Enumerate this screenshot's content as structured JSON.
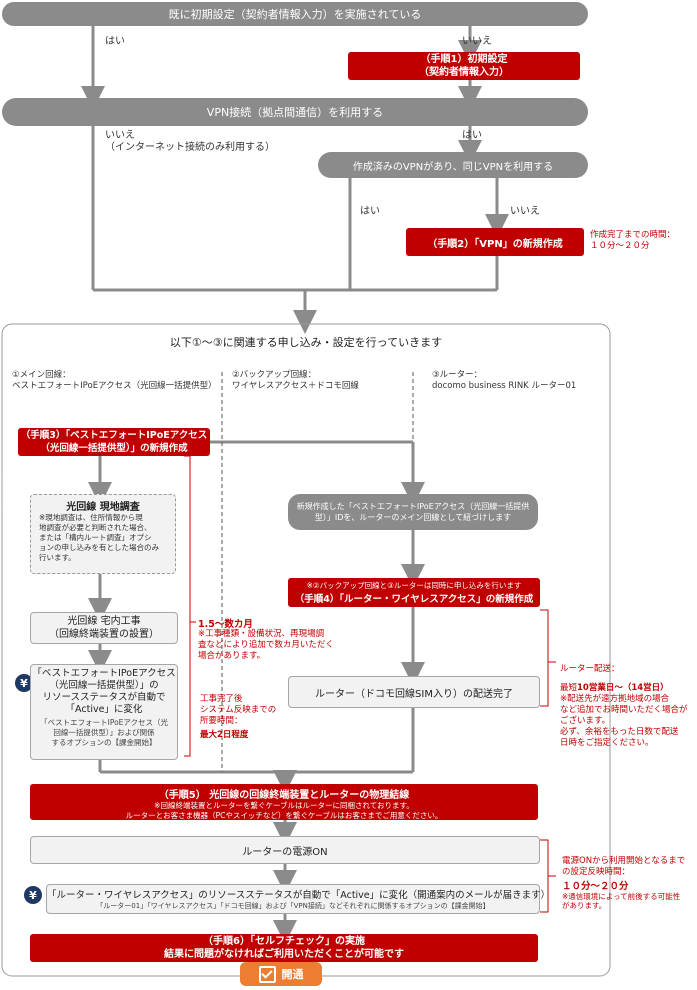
{
  "top": {
    "q1": "既に初期設定（契約者情報入力）を実施されている",
    "yes": "はい",
    "no": "いいえ",
    "step1": "（手順1）初期設定\n（契約者情報入力）",
    "q2": "VPN接続（拠点間通信）を利用する",
    "no_internet": "いいえ\n（インターネット接続のみ利用する）",
    "yes2": "はい",
    "q3": "作成済みのVPNがあり、同じVPNを利用する",
    "yes3": "はい",
    "no3": "いいえ",
    "step2": "（手順2）「VPN」の新規作成",
    "step2_note": "作成完了までの時間：\n１０分～２０分"
  },
  "panel": {
    "heading": "以下①～③に関連する申し込み・設定を行っていきます",
    "col1": "①メイン回線：\nベストエフォートIPoEアクセス（光回線一括提供型）",
    "col2": "②バックアップ回線：\nワイヤレスアクセス＋ドコモ回線",
    "col3": "③ルーター：\ndocomo business RINK ルーター01",
    "step3": "（手順3）「ベストエフォートIPoEアクセス\n（光回線一括提供型）」の新規作成",
    "survey_title": "光回線 現地調査",
    "survey_note": "※現地調査は、住所情報から現\n地調査が必要と判断された場合、\nまたは「構内ルート調査」オプシ\nョンの申し込みを有とした場合のみ\n行います。",
    "construction": "光回線 宅内工事\n（回線終端装置の設置）",
    "period": "1.5～数カ月",
    "period_note": "※工事種類・設備状況、再現場調\n査などにより追加で数カ月いただく\n場合があります。",
    "active1": "「ベストエフォートIPoEアクセス\n（光回線一括提供型）」の\nリソースステータスが自動で\n「Active」に変化",
    "active1_note": "「ベストエフォートIPoEアクセス（光\n回線一括提供型）」および関係\nするオプションの【課金開始】",
    "reflect": "工事完了後\nシステム反映までの\n所要時間：",
    "reflect_val": "最大2日程度",
    "gray_link": "新規作成した「ベストエフォートIPoEアクセス（光回線一括提供\n型）」IDを、ルーターのメイン回線として紐づけします",
    "step4_note": "※②バックアップ回線と③ルーターは同時に申し込みを行います",
    "step4": "（手順4）「ルーター・ワイヤレスアクセス」の新規作成",
    "delivery": "ルーター（ドコモ回線SIM入り）の配送完了",
    "delivery_note_a": "ルーター配送：\n最短",
    "delivery_note_b": "10営業日～（14営日）",
    "delivery_note_c": "※配送先が遠方拠地域の場合\nなど追加でお時間いただく場合が\nございます。\n必ず、余裕をもった日数で配送\n日時をご指定ください。",
    "step5_title": "（手順5） 光回線の回線終端装置とルーターの物理結線",
    "step5_sub": "※回線終端装置とルーターを繋ぐケーブルはルーターに同梱されております。\nルーターとお客さま機器（PCやスイッチなど）を繋ぐケーブルはお客さまでご用意ください。",
    "power": "ルーターの電源ON",
    "active2": "「ルーター・ワイヤレスアクセス」のリソースステータスが自動で「Active」に変化（開通案内のメールが届きます）",
    "active2_sub": "「ルーター01」「ワイヤレスアクセス」「ドコモ回線」および「VPN接続」などそれぞれに関係するオプションの【課金開始】",
    "power_note_a": "電源ONから利用開始となるまで\nの設定反映時間：",
    "power_note_b": "１０分～２０分",
    "power_note_c": "※通信環境によって前後する可能性\nがあります。",
    "step6": "（手順6）「セルフチェック」の実施\n結果に問題がなければご利用いただくことが可能です",
    "open": "開通",
    "yen": "¥"
  },
  "colors": {
    "gray": "#8b8b8b",
    "red": "#c00000",
    "navy": "#1f3864",
    "orange": "#ed7d31"
  }
}
